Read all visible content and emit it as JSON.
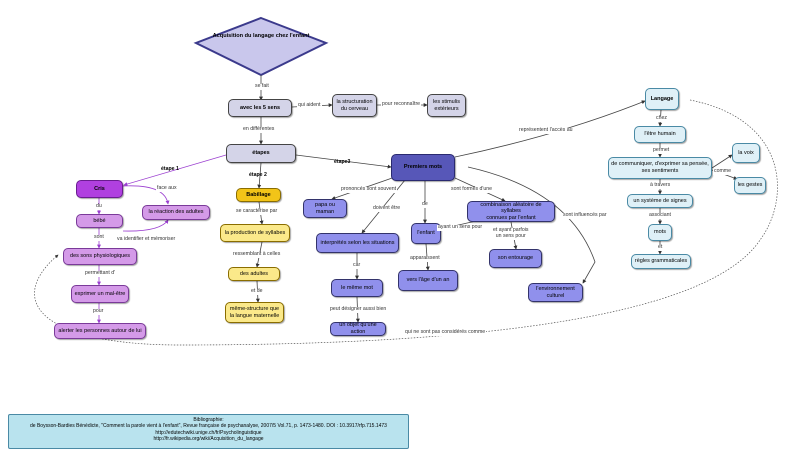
{
  "diagram": {
    "title": "Acquisition du langage chez l'enfant",
    "nodes": {
      "sens": "avec les 5 sens",
      "structuration": "la structuration\ndu cerveau",
      "stimulis": "les stimulis\nextérieurs",
      "etapes": "étapes",
      "cris": "Cris",
      "reaction": "la réaction des adultes",
      "bebe": "bébé",
      "sons": "des sons physiologiques",
      "malEtre": "exprimer un mal-être",
      "alerter": "alerter les personnes autour de lui",
      "babillage": "Babillage",
      "productionSyllabes": "la production de syllabes",
      "desAdultes": "des adultes",
      "memeStructure": "même-structure que\nla langue maternelle",
      "premiersMots": "Premiers mots",
      "papa": "papa ou maman",
      "interpretes": "interprétés selon les situations",
      "memeMot": "le même mot",
      "objet": "un objet qu'une action",
      "enfant": "l'enfant",
      "ageUnAn": "vers l'âge d'un an",
      "combinaison": "combinaison aléatoire de syllabes\nconnues par l'enfant",
      "entourage": "son entourage",
      "environnement": "l'environnement\nculturel",
      "langage": "Langage",
      "etreHumain": "l'être humain",
      "communiquer": "de communiquer, d'exprimer sa pensée,\nses sentiments",
      "voix": "la voix",
      "gestes": "les gestes",
      "systeme": "un système de signes",
      "mots": "mots",
      "regles": "règles grammaticales"
    },
    "links": {
      "seFait": "se fait",
      "quiAident": "qui aident",
      "pourReconnaitre": "pour reconnaître",
      "enDifferentes": "en différentes",
      "etape1": "étape 1",
      "etape2": "étape 2",
      "etape3": "étape3",
      "faceAux": "face aux",
      "du": "du",
      "sont": "sont",
      "vaIdentifier": "va identifier et mémoriser",
      "permettant": "permettant d'",
      "pour": "pour",
      "caracterise": "se caractérise par",
      "ressemblant": "ressemblant à celles",
      "etDe": "et de",
      "prononces": "prononcés sont souvent",
      "doiventEtre": "doivent être",
      "car": "car",
      "peutDesigner": "peut désigner aussi bien",
      "de": "de",
      "apparaissent": "apparaissent",
      "sontFormes": "sont formés d'une",
      "ayantUnSens": "ayant un sens pour",
      "etAyant": "et ayant parfois\nun sens pour",
      "sontInfluences": "sont influencés par",
      "representent": "représentent l'accès au",
      "nonConsideres": "qui ne sont pas considérés comme",
      "chez": "chez",
      "permet": "permet",
      "comme": "comme",
      "aTravers": "à travers",
      "associant": "associant",
      "et": "et"
    },
    "bibliography": "Bibliographie:\nde Boysson-Bardies Bénédicte, \"Comment la parole vient à l'enfant\", Revue française de psychanalyse,  2007/5 Vol.71, p.  1473-1480. DOI : 10.3917/rfp.715.1473\nhttp://edutechwiki.unige.ch/fr/Psycholinguistique\nhttp://fr.wikipedia.org/wiki/Acquisition_du_langage"
  },
  "colors": {
    "rootFill": "#c9c7ec",
    "rootStroke": "#3b3a8c",
    "greyFill": "#d4d4e8",
    "purpleBright": "#b040e0",
    "purpleLight": "#d49ae8",
    "yellowDark": "#f2c418",
    "yellowLight": "#fbe98a",
    "blueDark": "#5757b8",
    "blueMid": "#9090ec",
    "lightBlueFill": "#dff0f7",
    "lightBlueStroke": "#4a8aa5",
    "biblioFill": "#b9e3ee"
  }
}
